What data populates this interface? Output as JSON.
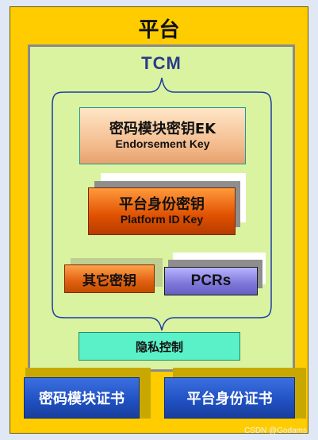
{
  "platform": {
    "title": "平台"
  },
  "tcm": {
    "title": "TCM"
  },
  "ek": {
    "zh": "密码模块密钥EK",
    "en": "Endorsement Key"
  },
  "platform_id": {
    "zh": "平台身份密钥",
    "en": "Platform ID Key"
  },
  "other_keys": {
    "label": "其它密钥"
  },
  "pcrs": {
    "label": "PCRs"
  },
  "privacy": {
    "label": "隐私控制"
  },
  "certs": {
    "left": "密码模块证书",
    "right": "平台身份证书"
  },
  "watermark": "CSDN @Godams",
  "colors": {
    "platform_bg": "#ffcc00",
    "tcm_bg": "#d9f3a0",
    "tcm_title": "#2b3a8c",
    "bracket": "#1f3aa6",
    "cert_bg": "#1f4fc0",
    "privacy_bg": "#5af0c8"
  }
}
